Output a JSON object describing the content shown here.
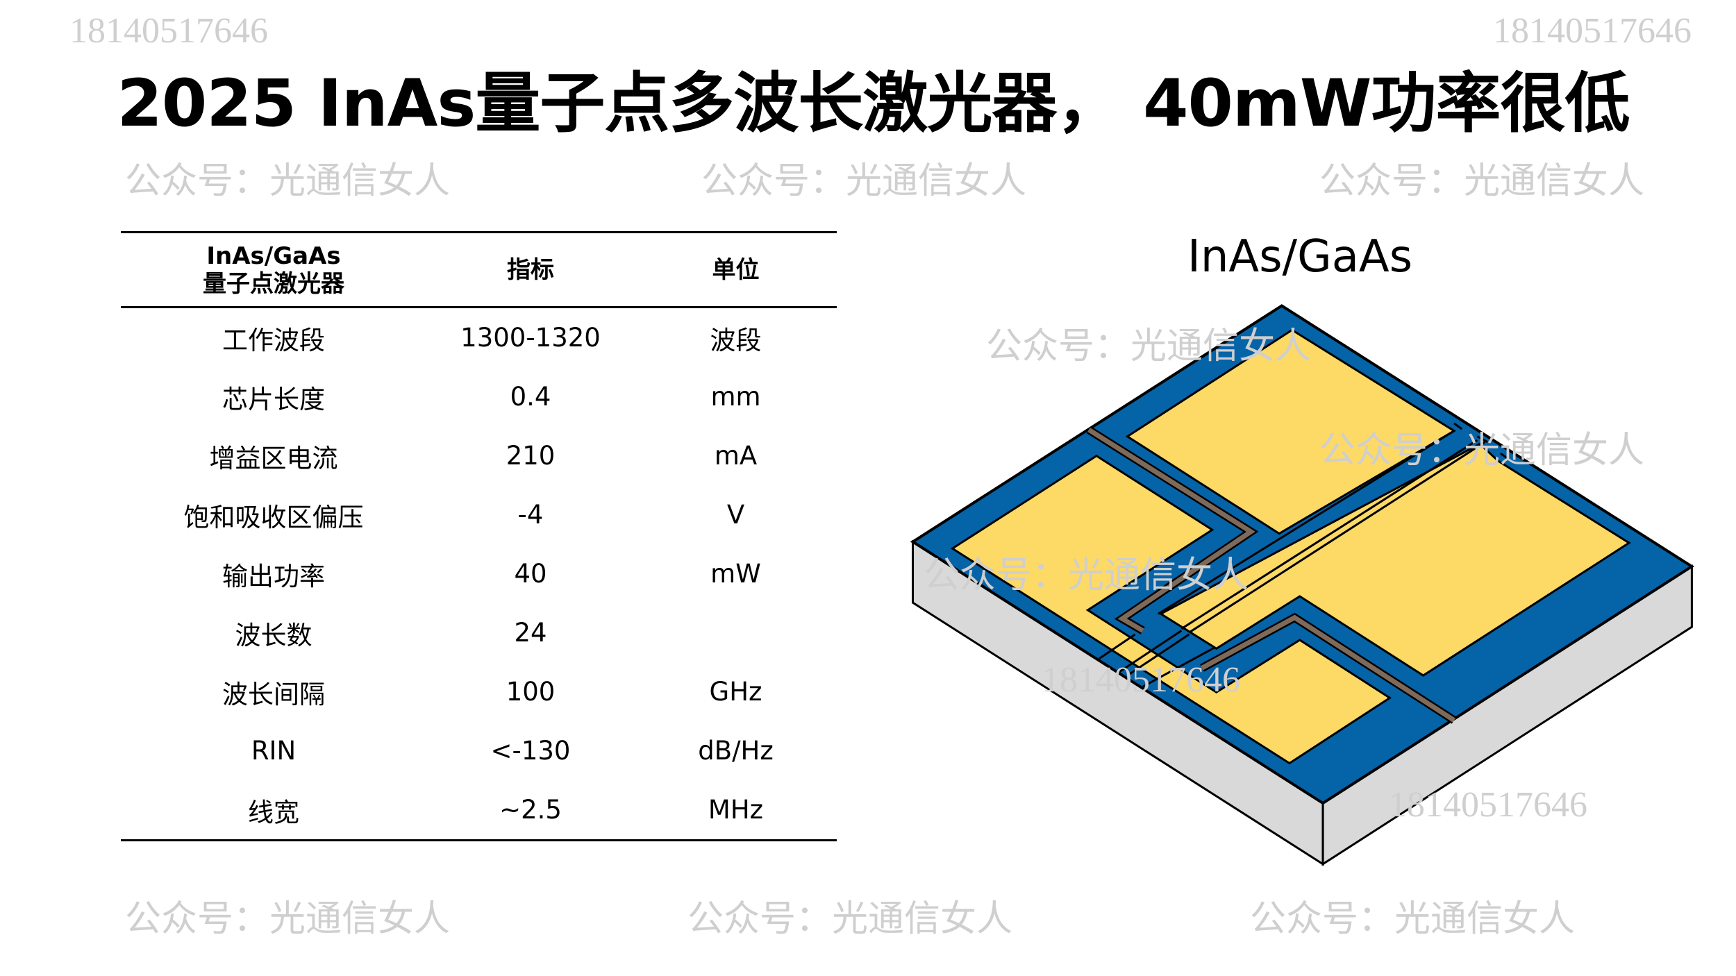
{
  "title": "2025 InAs量子点多波长激光器， 40mW功率很低",
  "table": {
    "headers": [
      "InAs/GaAs",
      "量子点激光器",
      "指标",
      "单位"
    ],
    "rows": [
      [
        "工作波段",
        "1300-1320",
        "波段"
      ],
      [
        "芯片长度",
        "0.4",
        "mm"
      ],
      [
        "增益区电流",
        "210",
        "mA"
      ],
      [
        "饱和吸收区偏压",
        "-4",
        "V"
      ],
      [
        "输出功率",
        "40",
        "mW"
      ],
      [
        "波长数",
        "24",
        ""
      ],
      [
        "波长间隔",
        "100",
        "GHz"
      ],
      [
        "RIN",
        "<-130",
        "dB/Hz"
      ],
      [
        "线宽",
        "~2.5",
        "MHz"
      ]
    ]
  },
  "diagram": {
    "label": "InAs/GaAs",
    "colors": {
      "substrate": "#d9d9d9",
      "insulator": "#0563a8",
      "contact": "#fdd966",
      "trench": "#7f6a5a"
    }
  },
  "watermarks": {
    "account": "公众号：光通信女人",
    "phone": "18140517646"
  }
}
